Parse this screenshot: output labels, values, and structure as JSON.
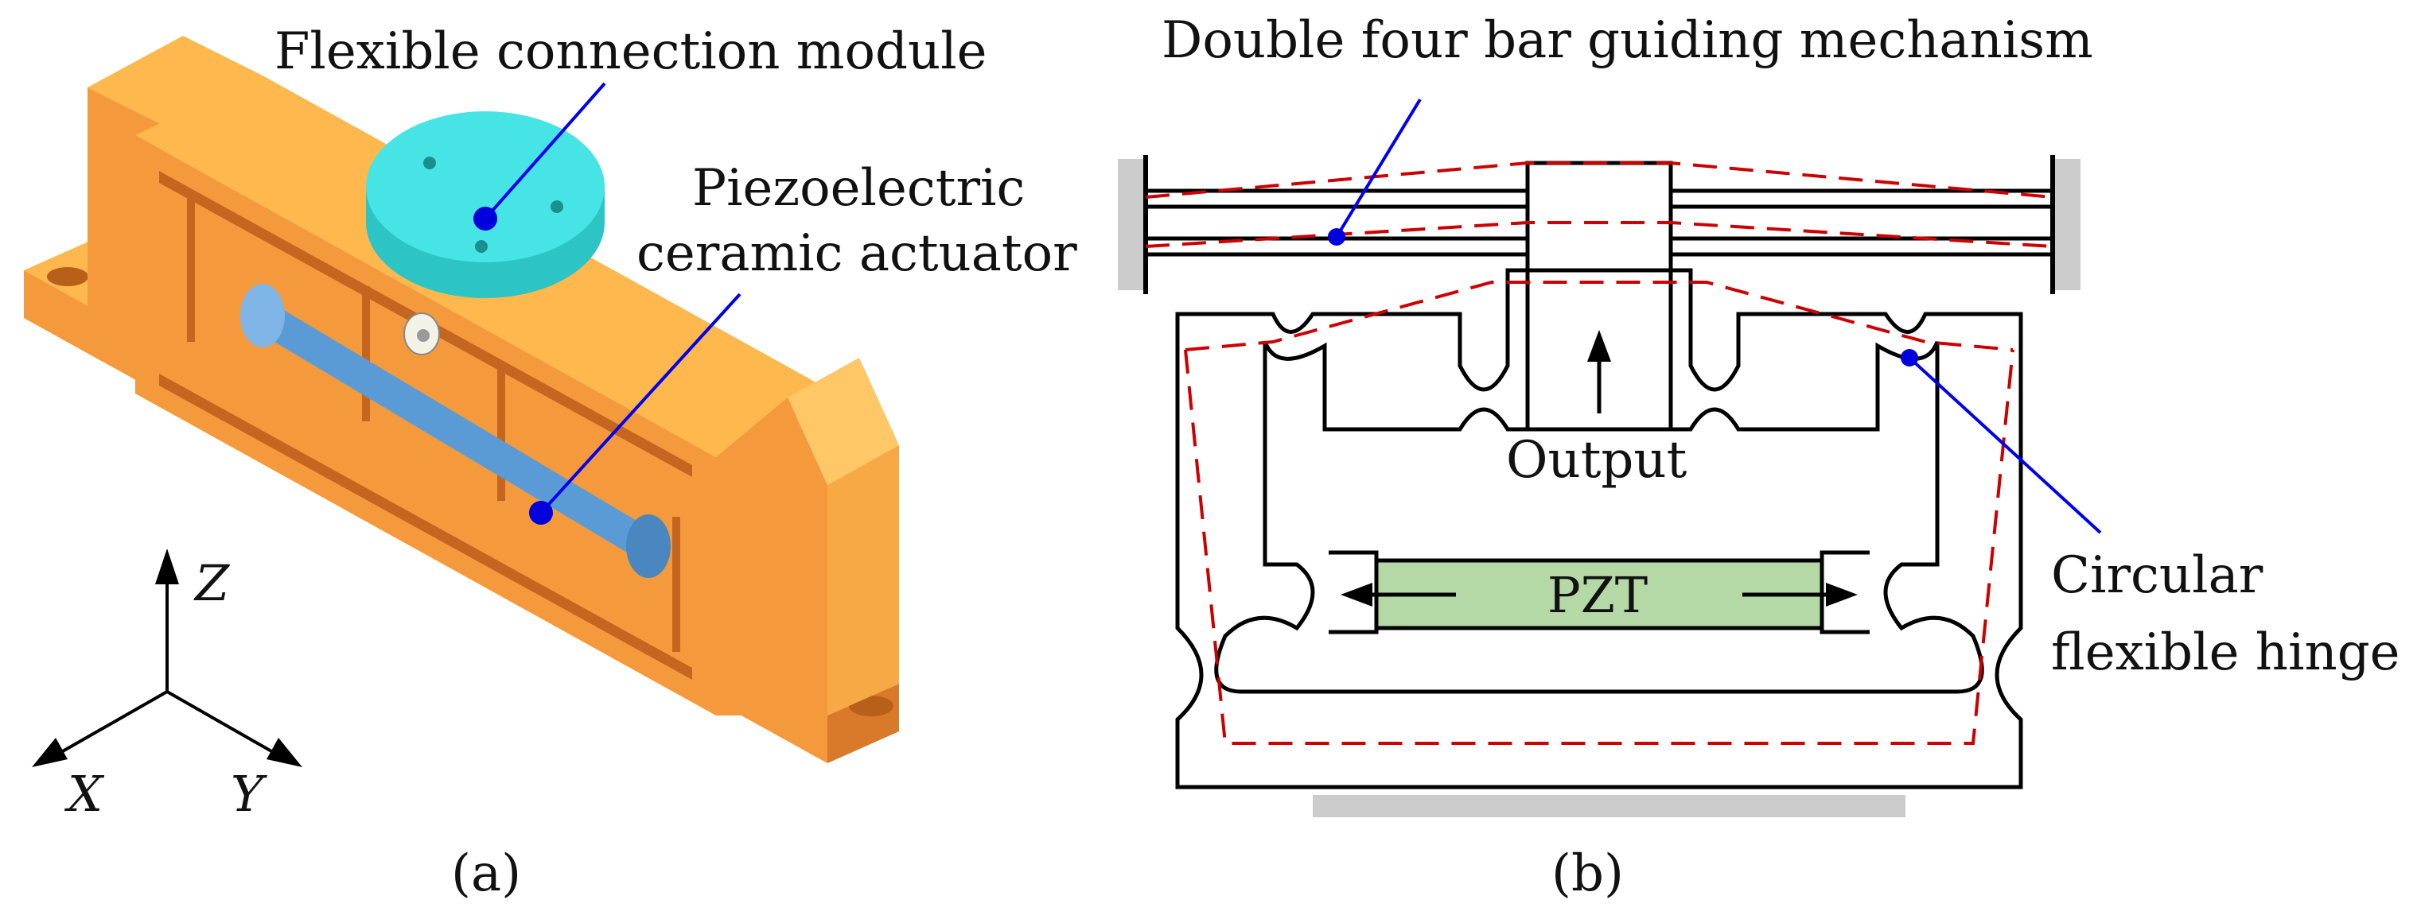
{
  "panel_a": {
    "caption": "(a)",
    "labels": {
      "flexible_connection_module": "Flexible connection module",
      "piezo_line1": "Piezoelectric",
      "piezo_line2": "ceramic actuator"
    },
    "axes": {
      "z": "Z",
      "x": "X",
      "y": "Y"
    }
  },
  "panel_b": {
    "caption": "(b)",
    "labels": {
      "double_four_bar": "Double four bar guiding mechanism",
      "output": "Output",
      "pzt": "PZT",
      "hinge_line1": "Circular",
      "hinge_line2": "flexible hinge"
    }
  },
  "colors": {
    "body_orange": "#f59a3c",
    "top_orange": "#ffb84d",
    "side_orange": "#d9792a",
    "disk_cyan": "#3ee0e0",
    "actuator_blue": "#5b9bd5",
    "pzt_green": "#b5d9a6",
    "leader_blue": "#0000ee",
    "deform_red": "#cc0000",
    "ground_gray": "#cccccc"
  }
}
